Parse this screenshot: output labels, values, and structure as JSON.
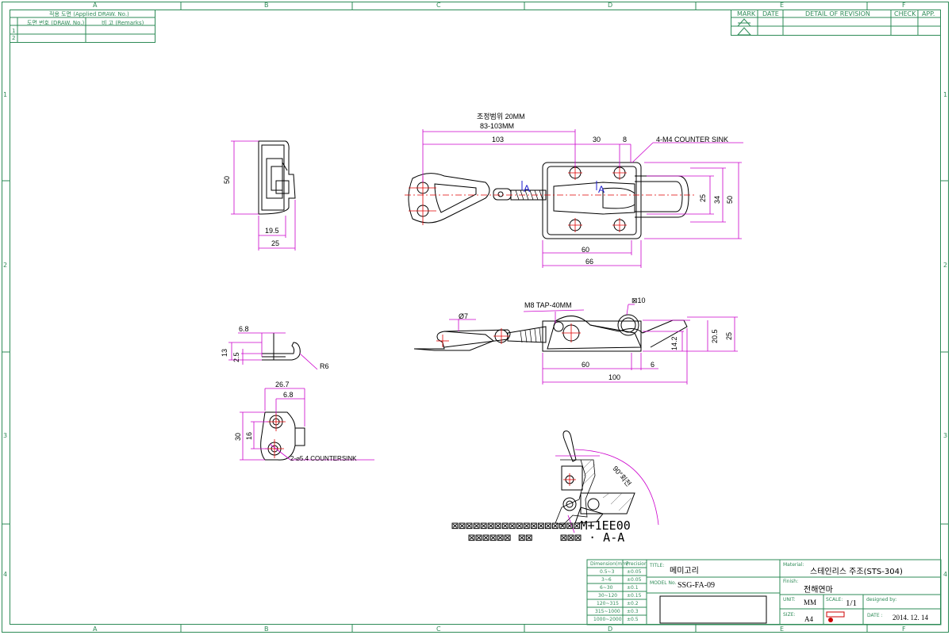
{
  "zones": {
    "top": [
      "A",
      "B",
      "C",
      "D",
      "E",
      "F"
    ],
    "bottom": [
      "A",
      "B",
      "C",
      "D",
      "E",
      "F"
    ],
    "left": [
      "1",
      "2",
      "3",
      "4"
    ],
    "right": [
      "1",
      "2",
      "3",
      "4"
    ]
  },
  "applied_table": {
    "header": "적용 도면 (Applied DRAW. No.)",
    "col1": "도면 번호 (DRAW. No.)",
    "col2": "비 고 (Remarks)",
    "rows": [
      "1",
      "2"
    ]
  },
  "revision_table": {
    "mark": "MARK",
    "date": "DATE",
    "detail": "DETAIL OF REVISION",
    "check": "CHECK",
    "app": "APP."
  },
  "dims": {
    "side_height": "50",
    "side_w1": "19.5",
    "side_w2": "25",
    "adjust_range": "조정범위 20MM",
    "length_range": "83-103MM",
    "d103": "103",
    "d30": "30",
    "d8": "8",
    "counter_sink": "4-M4 COUNTER SINK",
    "d25": "25",
    "d34": "34",
    "d50": "50",
    "d60": "60",
    "d66": "66",
    "section_a_left": "A",
    "section_a_right": "A",
    "phi7": "Ø7",
    "m8_tap": "M8 TAP-40MM",
    "sq10": "⊠10",
    "d14_2": "14.2",
    "d20_5": "20.5",
    "d25b": "25",
    "d60b": "60",
    "d6": "6",
    "d100": "100",
    "p_6_8": "6.8",
    "p_13": "13",
    "p_2_5": "2.5",
    "p_r6": "R6",
    "k_26_7": "26.7",
    "k_6_8": "6.8",
    "k_30": "30",
    "k_16": "16",
    "k_countersink": "2-⌀5.4 COUNTERSINK",
    "rot_90": "90°회전"
  },
  "overlay": {
    "line1": "⊠⊠⊠⊠⊠⊠⊠⊠⊠⊠⊠⊠⊠⊠⊠⊠⊠⊠M+1EE00",
    "line2_black": "⊠⊠⊠⊠⊠⊠ ⊠⊠",
    "line2_blue": "⊠⊠⊠ · A-A"
  },
  "tolerance": {
    "h1": "Dimension(mm)",
    "h2": "Precision",
    "rows": [
      [
        "0.5~3",
        "±0.05"
      ],
      [
        "3~6",
        "±0.05"
      ],
      [
        "6~30",
        "±0.1"
      ],
      [
        "30~120",
        "±0.15"
      ],
      [
        "120~315",
        "±0.2"
      ],
      [
        "315~1000",
        "±0.3"
      ],
      [
        "1000~2000",
        "±0.5"
      ]
    ]
  },
  "title_block": {
    "title_label": "TITLE:",
    "title": "메미고리",
    "model_label": "MODEL No.",
    "model": "SSG-FA-09",
    "material_label": "Material:",
    "material": "스테인리스 주조(STS-304)",
    "finish_label": "Finish:",
    "finish": "전해연마",
    "unit_label": "UNIT:",
    "unit": "MM",
    "scale_label": "SCALE:",
    "scale": "1/1",
    "designed_label": "designed by:",
    "size_label": "SIZE:",
    "size": "A4",
    "date_label": "DATE :",
    "date": "2014. 12. 14"
  },
  "colors": {
    "frame": "#2e8b57",
    "dim_line": "#cc00cc",
    "center": "#e00000",
    "part": "#000000",
    "section_mark": "#1a1acc"
  }
}
